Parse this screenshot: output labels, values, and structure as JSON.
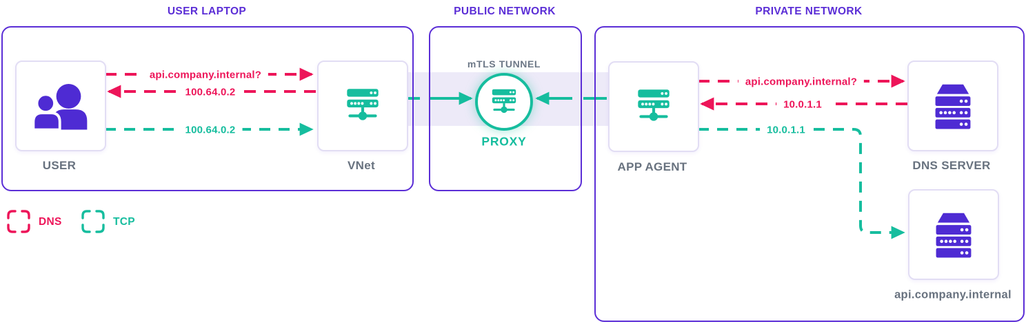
{
  "groups": {
    "user_laptop": {
      "title": "USER LAPTOP"
    },
    "public_network": {
      "title": "PUBLIC NETWORK"
    },
    "private_network": {
      "title": "PRIVATE NETWORK"
    }
  },
  "nodes": {
    "user": {
      "label": "USER"
    },
    "vnet": {
      "label": "VNet"
    },
    "proxy": {
      "label": "PROXY",
      "tunnel_label": "mTLS TUNNEL"
    },
    "app_agent": {
      "label": "APP AGENT"
    },
    "dns_server": {
      "label": "DNS SERVER"
    },
    "api_server": {
      "label": "api.company.internal"
    }
  },
  "flows": {
    "user_dns_query": {
      "label": "api.company.internal?",
      "type": "DNS"
    },
    "user_dns_response": {
      "label": "100.64.0.2",
      "type": "DNS"
    },
    "user_tcp_connect": {
      "label": "100.64.0.2",
      "type": "TCP"
    },
    "agent_dns_query": {
      "label": "api.company.internal?",
      "type": "DNS"
    },
    "agent_dns_response": {
      "label": "10.0.1.1",
      "type": "DNS"
    },
    "agent_tcp_connect": {
      "label": "10.0.1.1",
      "type": "TCP"
    }
  },
  "legend": {
    "dns_label": "DNS",
    "tcp_label": "TCP"
  },
  "colors": {
    "purple_accent": "#5B2ED6",
    "icon_purple": "#4E2BD3",
    "dns_pink": "#ED1559",
    "tcp_teal": "#16BD9E",
    "tunnel_band": "#EDEAF8",
    "label_gray": "#68727F"
  }
}
